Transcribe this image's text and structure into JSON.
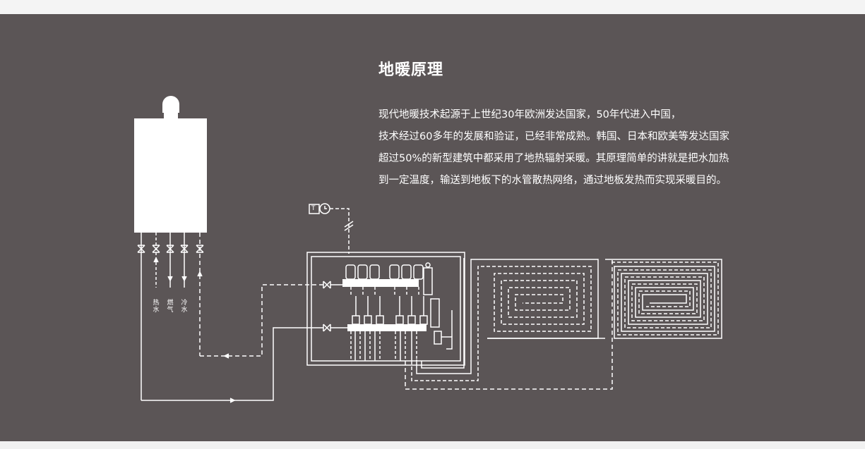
{
  "heading": "地暖原理",
  "description": [
    "现代地暖技术起源于上世纪30年欧洲发达国家，50年代进入中国，",
    "技术经过60多年的发展和验证，已经非常成熟。韩国、日本和欧美等发达国家",
    "超过50%的新型建筑中都采用了地热辐射采暖。其原理简单的讲就是把水加热",
    "到一定温度，输送到地板下的水管散热网络，通过地板发热而实现采暖目的。"
  ],
  "boiler_outputs": [
    "热水",
    "燃气",
    "冷水"
  ],
  "thermostat_label": "T",
  "colors": {
    "panel": "#5b5556",
    "line": "#ffffff"
  }
}
